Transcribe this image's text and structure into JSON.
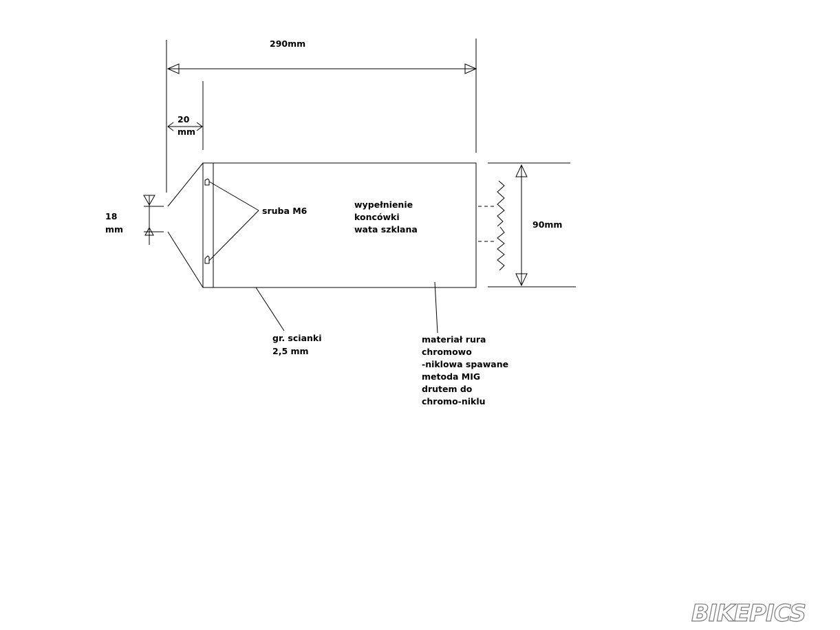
{
  "dimensions": {
    "overall_length": "290mm",
    "end_cap_length_line1": "20",
    "end_cap_length_line2": "mm",
    "outlet_diameter_line1": "18",
    "outlet_diameter_line2": "mm",
    "body_diameter": "90mm"
  },
  "annotations": {
    "screw": "sruba M6",
    "filling": [
      "wypełnienie",
      "koncówki",
      "wata szklana"
    ],
    "wall": [
      "gr. scianki",
      "2,5 mm"
    ],
    "material": [
      "materiał rura",
      "chromowo",
      "-niklowa spawane",
      "metoda MIG",
      "drutem do",
      "chromo-niklu"
    ]
  },
  "watermark": "BIKEPICS"
}
